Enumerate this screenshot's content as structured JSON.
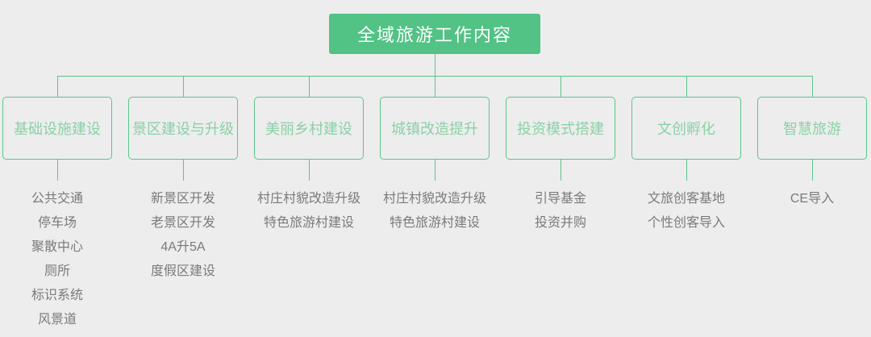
{
  "title": "全域旅游工作内容",
  "colors": {
    "title_background": "#52c285",
    "title_text": "#ffffff",
    "connector_green": "#5bc58a",
    "branch_label_green": "#8ad1a6",
    "item_text_gray": "#7a7a7a",
    "page_background": "#ededed"
  },
  "branches": [
    {
      "label": "基础设施建设",
      "items": [
        "公共交通",
        "停车场",
        "聚散中心",
        "厕所",
        "标识系统",
        "风景道"
      ]
    },
    {
      "label": "景区建设与升级",
      "items": [
        "新景区开发",
        "老景区开发",
        "4A升5A",
        "度假区建设"
      ]
    },
    {
      "label": "美丽乡村建设",
      "items": [
        "村庄村貌改造升级",
        "特色旅游村建设"
      ]
    },
    {
      "label": "城镇改造提升",
      "items": [
        "村庄村貌改造升级",
        "特色旅游村建设"
      ]
    },
    {
      "label": "投资模式搭建",
      "items": [
        "引导基金",
        "投资并购"
      ]
    },
    {
      "label": "文创孵化",
      "items": [
        "文旅创客基地",
        "个性创客导入"
      ]
    },
    {
      "label": "智慧旅游",
      "items": [
        "CE导入"
      ]
    }
  ]
}
